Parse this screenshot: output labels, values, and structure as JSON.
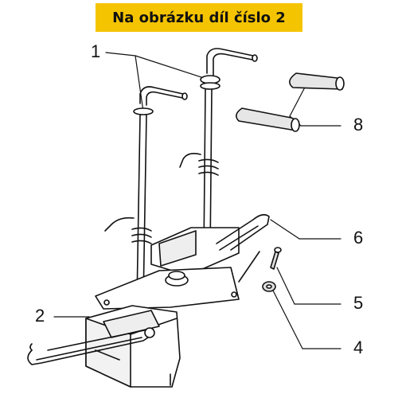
{
  "banner": {
    "text": "Na obrázku díl číslo 2",
    "color": "#f5c400"
  },
  "callouts": [
    {
      "id": "1",
      "label": "1"
    },
    {
      "id": "2",
      "label": "2"
    },
    {
      "id": "4",
      "label": "4"
    },
    {
      "id": "5",
      "label": "5"
    },
    {
      "id": "6",
      "label": "6"
    },
    {
      "id": "8",
      "label": "8"
    }
  ],
  "colors": {
    "line": "#111111",
    "fill": "#ffffff"
  }
}
